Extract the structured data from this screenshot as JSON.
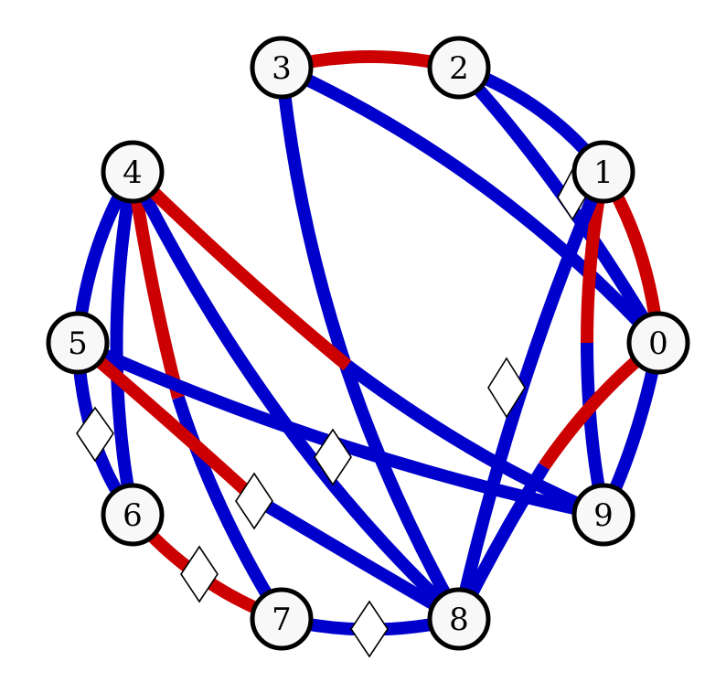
{
  "colors": {
    "red": "#cc0000",
    "blue": "#0000cc",
    "node_fill": "#f8f8f8",
    "node_stroke": "#000000",
    "marker_fill": "#ffffff"
  },
  "nodes": [
    {
      "id": "0",
      "label": "0"
    },
    {
      "id": "1",
      "label": "1"
    },
    {
      "id": "2",
      "label": "2"
    },
    {
      "id": "3",
      "label": "3"
    },
    {
      "id": "4",
      "label": "4"
    },
    {
      "id": "5",
      "label": "5"
    },
    {
      "id": "6",
      "label": "6"
    },
    {
      "id": "7",
      "label": "7"
    },
    {
      "id": "8",
      "label": "8"
    },
    {
      "id": "9",
      "label": "9"
    }
  ],
  "edges": [
    {
      "from": "3",
      "to": "2",
      "colors": [
        "red"
      ],
      "marker": false
    },
    {
      "from": "2",
      "to": "1",
      "colors": [
        "blue"
      ],
      "marker": false
    },
    {
      "from": "2",
      "to": "0",
      "colors": [
        "blue"
      ],
      "marker": true
    },
    {
      "from": "3",
      "to": "0",
      "colors": [
        "blue"
      ],
      "marker": false
    },
    {
      "from": "3",
      "to": "8",
      "colors": [
        "blue"
      ],
      "marker": false
    },
    {
      "from": "1",
      "to": "0",
      "colors": [
        "red"
      ],
      "marker": false
    },
    {
      "from": "1",
      "to": "9",
      "colors": [
        "red",
        "blue"
      ],
      "marker": false
    },
    {
      "from": "1",
      "to": "8",
      "colors": [
        "blue"
      ],
      "marker": true
    },
    {
      "from": "0",
      "to": "9",
      "colors": [
        "blue"
      ],
      "marker": false
    },
    {
      "from": "0",
      "to": "8",
      "colors": [
        "red",
        "blue"
      ],
      "marker": false
    },
    {
      "from": "4",
      "to": "5",
      "colors": [
        "blue"
      ],
      "marker": false
    },
    {
      "from": "4",
      "to": "6",
      "colors": [
        "blue"
      ],
      "marker": false
    },
    {
      "from": "4",
      "to": "7",
      "colors": [
        "red",
        "blue"
      ],
      "marker": false
    },
    {
      "from": "4",
      "to": "8",
      "colors": [
        "blue"
      ],
      "marker": false
    },
    {
      "from": "4",
      "to": "9",
      "colors": [
        "red",
        "blue"
      ],
      "marker": false
    },
    {
      "from": "5",
      "to": "6",
      "colors": [
        "blue"
      ],
      "marker": true
    },
    {
      "from": "5",
      "to": "9",
      "colors": [
        "blue"
      ],
      "marker": true
    },
    {
      "from": "5",
      "to": "8",
      "colors": [
        "red",
        "blue"
      ],
      "marker": true
    },
    {
      "from": "6",
      "to": "7",
      "colors": [
        "red"
      ],
      "marker": true
    },
    {
      "from": "7",
      "to": "8",
      "colors": [
        "blue"
      ],
      "marker": true
    }
  ]
}
